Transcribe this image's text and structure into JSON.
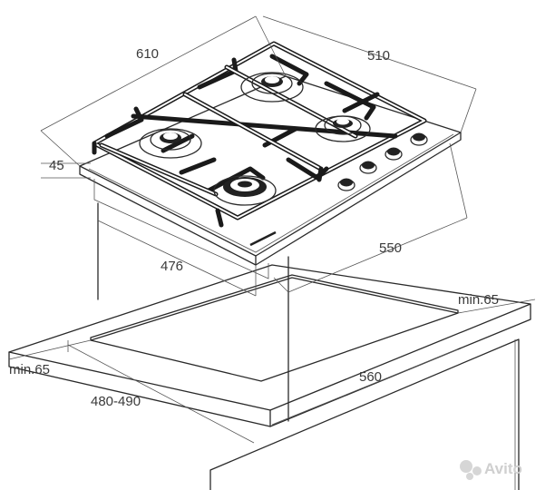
{
  "dimensions": {
    "width_total": "610",
    "depth_total": "510",
    "height": "45",
    "cutout_width": "550",
    "cutout_depth": "476",
    "min_back": "min.65",
    "min_front": "min.65",
    "worktop_width": "560",
    "worktop_depth": "480-490"
  },
  "watermark": {
    "text": "Avito"
  },
  "colors": {
    "line": "#2a2a2a",
    "dim": "#555555",
    "watermark": "#cfcfcf"
  }
}
